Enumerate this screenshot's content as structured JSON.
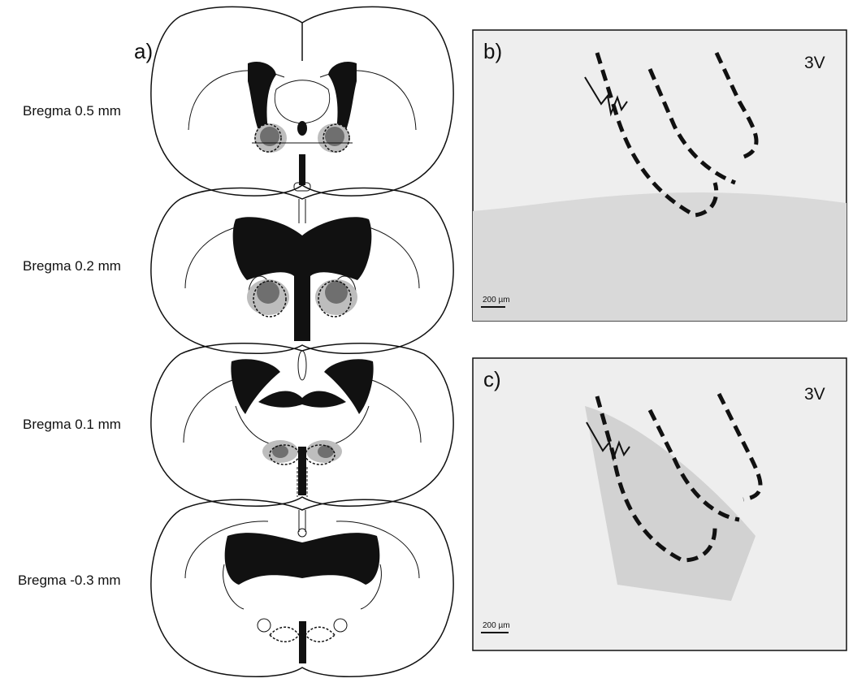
{
  "panel_a": {
    "letter": "a)"
  },
  "panel_b": {
    "letter": "b)",
    "region": "3V",
    "scale": "200 µm"
  },
  "panel_c": {
    "letter": "c)",
    "region": "3V",
    "scale": "200 µm"
  },
  "sections": [
    {
      "label": "Bregma 0.5 mm"
    },
    {
      "label": "Bregma 0.2 mm"
    },
    {
      "label": "Bregma 0.1 mm"
    },
    {
      "label": "Bregma -0.3 mm"
    }
  ],
  "colors": {
    "stroke": "#111111",
    "lightShade": "#bdbdbd",
    "darkShade": "#6f6f6f",
    "micro_bg": "#eeeeee"
  }
}
